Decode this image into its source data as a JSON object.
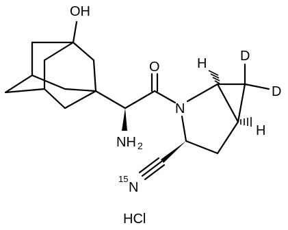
{
  "labels": {
    "hydroxyl": "OH",
    "carbonyl_oxygen": "O",
    "ring_nitrogen": "N",
    "amine": "NH",
    "amine_subscript": "2",
    "nitrile_nitrogen": "N",
    "isotope_mass": "15",
    "deuterium_top": "D",
    "deuterium_right": "D",
    "hydrogen_upper": "H",
    "hydrogen_lower": "H",
    "salt": "HCl"
  }
}
